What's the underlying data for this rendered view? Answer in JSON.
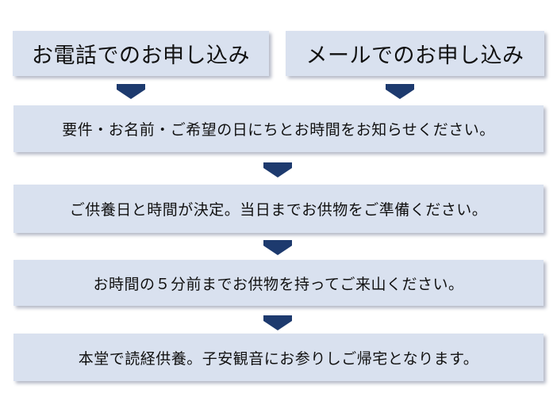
{
  "apply": {
    "phone": "お電話でのお申し込み",
    "mail": "メールでのお申し込み"
  },
  "steps": [
    "要件・お名前・ご希望の日にちとお時間をお知らせください。",
    "ご供養日と時間が決定。当日までお供物をご準備ください。",
    "お時間の５分前までお供物を持ってご来山ください。",
    "本堂で読経供養。子安観音にお参りしご帰宅となります。"
  ],
  "colors": {
    "box_fill": "#d9e1ef",
    "arrow": "#1d3a6e"
  },
  "icons": {
    "arrow": "down-arrow-icon"
  }
}
